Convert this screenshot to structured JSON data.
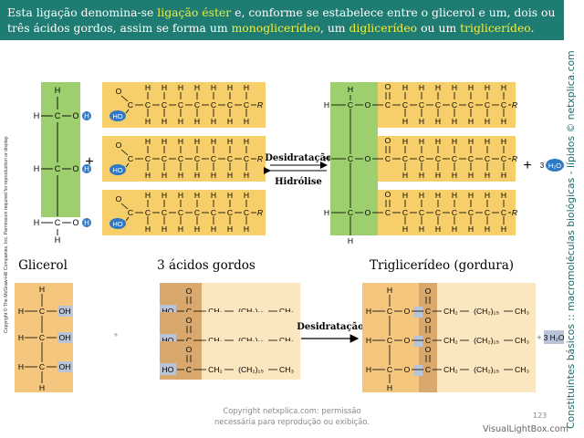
{
  "header": {
    "p1": "Esta ligação denomina-se ",
    "h1": "ligação éster",
    "p2": " e, conforme se estabelece entre o glicerol e um, dois ou três ácidos gordos, assim se forma um ",
    "h2": "monoglicerídeo",
    "p3": ", um ",
    "h3": "diglicerídeo",
    "p4": " ou um ",
    "h4": "triglicerídeo",
    "p5": "."
  },
  "side_title": "Constituintes básicos :: macromoléculas biológicas - lípidos © netxplica.com",
  "side_copyright": "Copyright © The McGraw-Hill Companies, Inc. Permission required for reproduction or display.",
  "reaction": {
    "dehydration": "Desidratação",
    "hydrolysis": "Hidrólise",
    "plus": "+",
    "water_coef": "3",
    "water": "H₂O",
    "water_inline": "3 H₂O",
    "glycerol_caption": "Glicerol",
    "fatty_acids_caption": "3 ácidos gordos",
    "triglyceride_caption": "Triglicerídeo (gordura)"
  },
  "atoms": {
    "H": "H",
    "C": "C",
    "O": "O",
    "R": "R",
    "HO": "HO",
    "OH": "OH",
    "OdoubleH": "H",
    "ch2": "CH₂",
    "ch2n": "(CH₂)₁₅",
    "ch3": "CH₃",
    "h_atom": "H"
  },
  "colors": {
    "header_bg": "#1e7c72",
    "highlight": "#f2ee3c",
    "glycerol": "#9dcf6e",
    "fatty_acid": "#f6cf6a",
    "bottom_orange": "#f5c77e",
    "bottom_tan": "#d9a86c",
    "bottom_light": "#fbe7bf",
    "blue": "#2f78c5",
    "gray_box": "#b9c4d6"
  },
  "footer": {
    "line1": "Copyright netxplica.com: permissão",
    "line2": "necessária para reprodução ou exibição."
  },
  "page_number": "123",
  "watermark": "VisualLightBox.com"
}
